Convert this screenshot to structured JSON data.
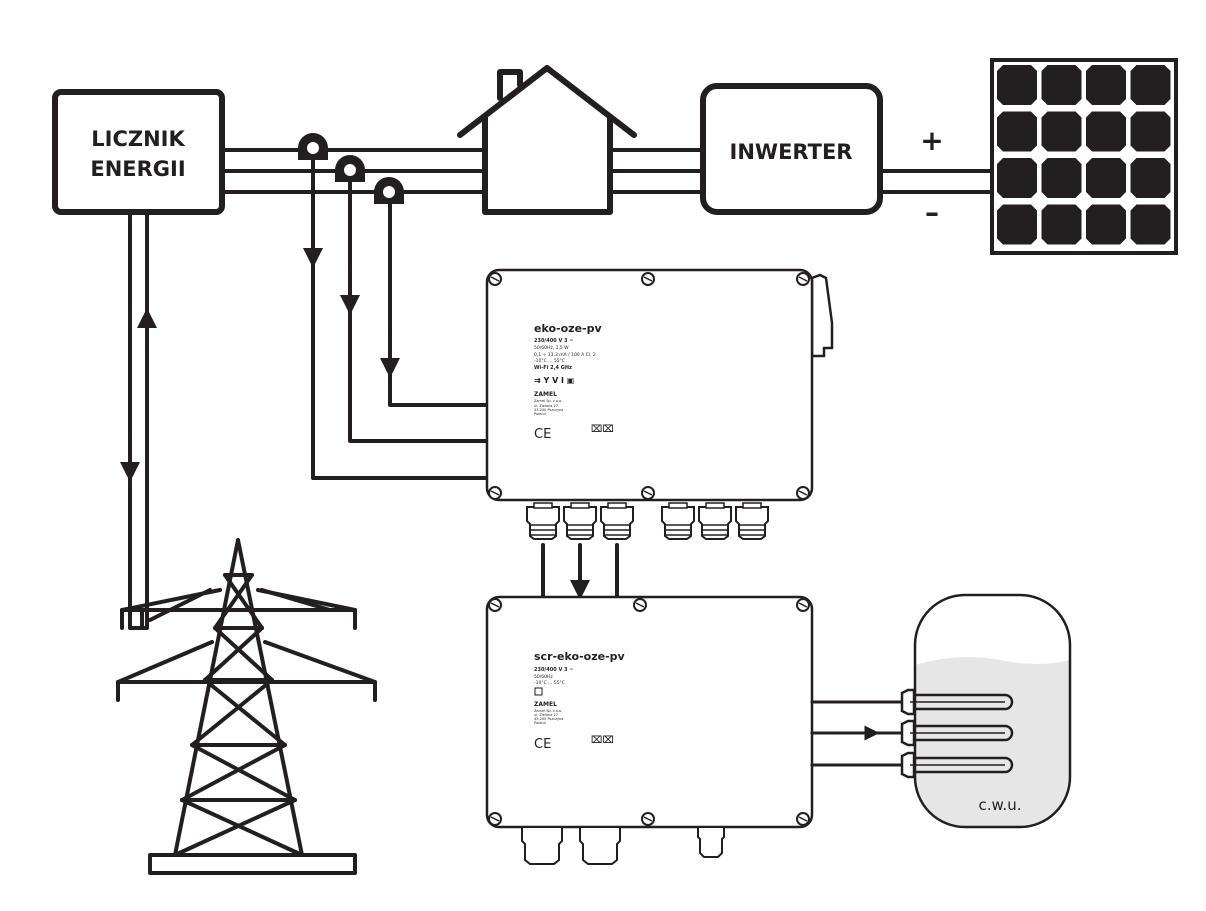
{
  "meter": {
    "line1": "LICZNIK",
    "line2": "ENERGII"
  },
  "inverter": {
    "label": "INWERTER"
  },
  "pv": {
    "plus": "+",
    "minus": "–"
  },
  "device1": {
    "name": "eko-oze-pv",
    "spec1": "230/400 V 3 ~",
    "spec2": "50/60Hz, 1,5 W",
    "spec3": "0,1 ÷ 33,3 mA / 100 A  Cl. 2",
    "spec4": "-10°C ... 55°C",
    "spec5": "Wi-Fi 2,4 GHz",
    "brand": "ZAMEL",
    "addr1": "Zamel Sp. z o.o.",
    "addr2": "ul. Zielona 27",
    "addr3": "43-200 Pszczyna",
    "addr4": "Poland",
    "ce": "CE"
  },
  "device2": {
    "name": "scr-eko-oze-pv",
    "spec1": "230/400 V 3 ~",
    "spec2": "50/60Hz",
    "spec3": "-10°C ... 55°C",
    "brand": "ZAMEL",
    "addr1": "Zamel Sp. z o.o.",
    "addr2": "ul. Zielona 27",
    "addr3": "43-200 Pszczyna",
    "addr4": "Poland",
    "ce": "CE"
  },
  "tank": {
    "label": "c.w.u."
  },
  "colors": {
    "stroke": "#231f20",
    "water": "#e6e6e7"
  }
}
